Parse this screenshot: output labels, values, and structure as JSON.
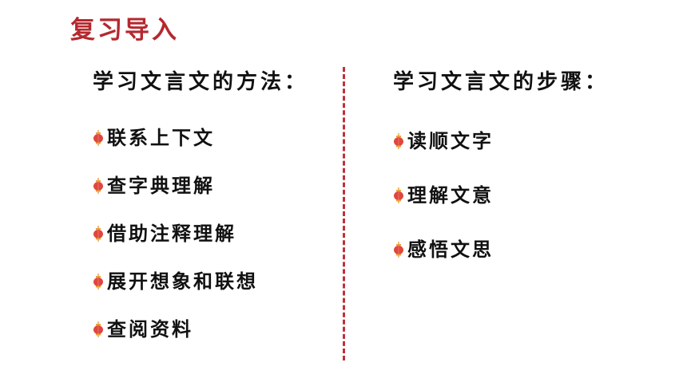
{
  "slide": {
    "title": "复习导入",
    "title_color": "#b5282e",
    "accent_color": "#c0303a"
  },
  "left_column": {
    "heading": "学习文言文的方法：",
    "items": [
      {
        "label": "联系上下文",
        "icon": "lantern-icon"
      },
      {
        "label": "查字典理解",
        "icon": "lantern-icon"
      },
      {
        "label": "借助注释理解",
        "icon": "lantern-icon"
      },
      {
        "label": "展开想象和联想",
        "icon": "lantern-icon"
      },
      {
        "label": "查阅资料",
        "icon": "lantern-icon"
      }
    ]
  },
  "right_column": {
    "heading": "学习文言文的步骤：",
    "items": [
      {
        "label": "读顺文字",
        "icon": "lantern-icon"
      },
      {
        "label": "理解文意",
        "icon": "lantern-icon"
      },
      {
        "label": "感悟文思",
        "icon": "lantern-icon"
      }
    ]
  }
}
